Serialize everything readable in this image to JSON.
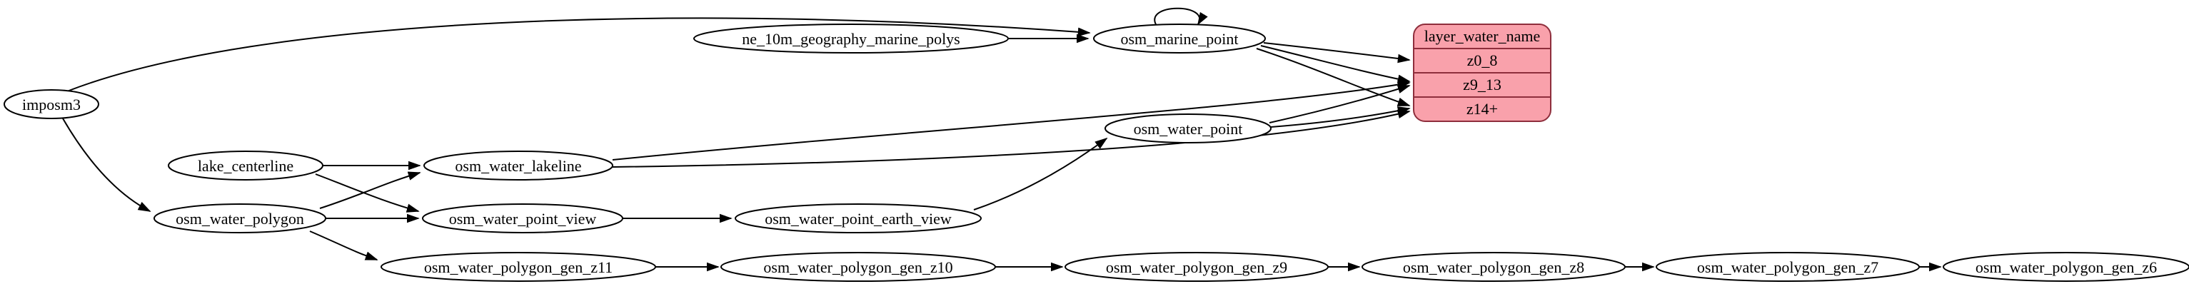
{
  "diagram": {
    "kind": "etl-dependency-graph",
    "nodes": {
      "imposm3": {
        "label": "imposm3"
      },
      "ne_10m_geography_marine_polys": {
        "label": "ne_10m_geography_marine_polys"
      },
      "osm_marine_point": {
        "label": "osm_marine_point"
      },
      "osm_water_point": {
        "label": "osm_water_point"
      },
      "lake_centerline": {
        "label": "lake_centerline"
      },
      "osm_water_lakeline": {
        "label": "osm_water_lakeline"
      },
      "osm_water_polygon": {
        "label": "osm_water_polygon"
      },
      "osm_water_point_view": {
        "label": "osm_water_point_view"
      },
      "osm_water_point_earth_view": {
        "label": "osm_water_point_earth_view"
      },
      "osm_water_polygon_gen_z11": {
        "label": "osm_water_polygon_gen_z11"
      },
      "osm_water_polygon_gen_z10": {
        "label": "osm_water_polygon_gen_z10"
      },
      "osm_water_polygon_gen_z9": {
        "label": "osm_water_polygon_gen_z9"
      },
      "osm_water_polygon_gen_z8": {
        "label": "osm_water_polygon_gen_z8"
      },
      "osm_water_polygon_gen_z7": {
        "label": "osm_water_polygon_gen_z7"
      },
      "osm_water_polygon_gen_z6": {
        "label": "osm_water_polygon_gen_z6"
      }
    },
    "record": {
      "header": "layer_water_name",
      "rows": [
        "z0_8",
        "z9_13",
        "z14+"
      ]
    },
    "colors": {
      "record_fill": "#F9A1AB",
      "record_border": "#8E2E3C",
      "node_fill": "#FFFFFF",
      "node_border": "#000000",
      "edge": "#000000"
    },
    "edges": [
      {
        "from": "imposm3",
        "to": "osm_marine_point"
      },
      {
        "from": "imposm3",
        "to": "osm_water_polygon"
      },
      {
        "from": "ne_10m_geography_marine_polys",
        "to": "osm_marine_point"
      },
      {
        "from": "osm_marine_point",
        "to": "osm_marine_point"
      },
      {
        "from": "osm_marine_point",
        "to": "layer_water_name:z0_8"
      },
      {
        "from": "osm_marine_point",
        "to": "layer_water_name:z9_13"
      },
      {
        "from": "osm_marine_point",
        "to": "layer_water_name:z14+"
      },
      {
        "from": "lake_centerline",
        "to": "osm_water_lakeline"
      },
      {
        "from": "lake_centerline",
        "to": "osm_water_point_view"
      },
      {
        "from": "osm_water_polygon",
        "to": "osm_water_lakeline"
      },
      {
        "from": "osm_water_polygon",
        "to": "osm_water_point_view"
      },
      {
        "from": "osm_water_polygon",
        "to": "osm_water_polygon_gen_z11"
      },
      {
        "from": "osm_water_point_view",
        "to": "osm_water_point_earth_view"
      },
      {
        "from": "osm_water_point_earth_view",
        "to": "osm_water_point"
      },
      {
        "from": "osm_water_point",
        "to": "layer_water_name:z9_13"
      },
      {
        "from": "osm_water_point",
        "to": "layer_water_name:z14+"
      },
      {
        "from": "osm_water_lakeline",
        "to": "layer_water_name:z9_13"
      },
      {
        "from": "osm_water_lakeline",
        "to": "layer_water_name:z14+"
      },
      {
        "from": "osm_water_polygon_gen_z11",
        "to": "osm_water_polygon_gen_z10"
      },
      {
        "from": "osm_water_polygon_gen_z10",
        "to": "osm_water_polygon_gen_z9"
      },
      {
        "from": "osm_water_polygon_gen_z9",
        "to": "osm_water_polygon_gen_z8"
      },
      {
        "from": "osm_water_polygon_gen_z8",
        "to": "osm_water_polygon_gen_z7"
      },
      {
        "from": "osm_water_polygon_gen_z7",
        "to": "osm_water_polygon_gen_z6"
      }
    ]
  }
}
